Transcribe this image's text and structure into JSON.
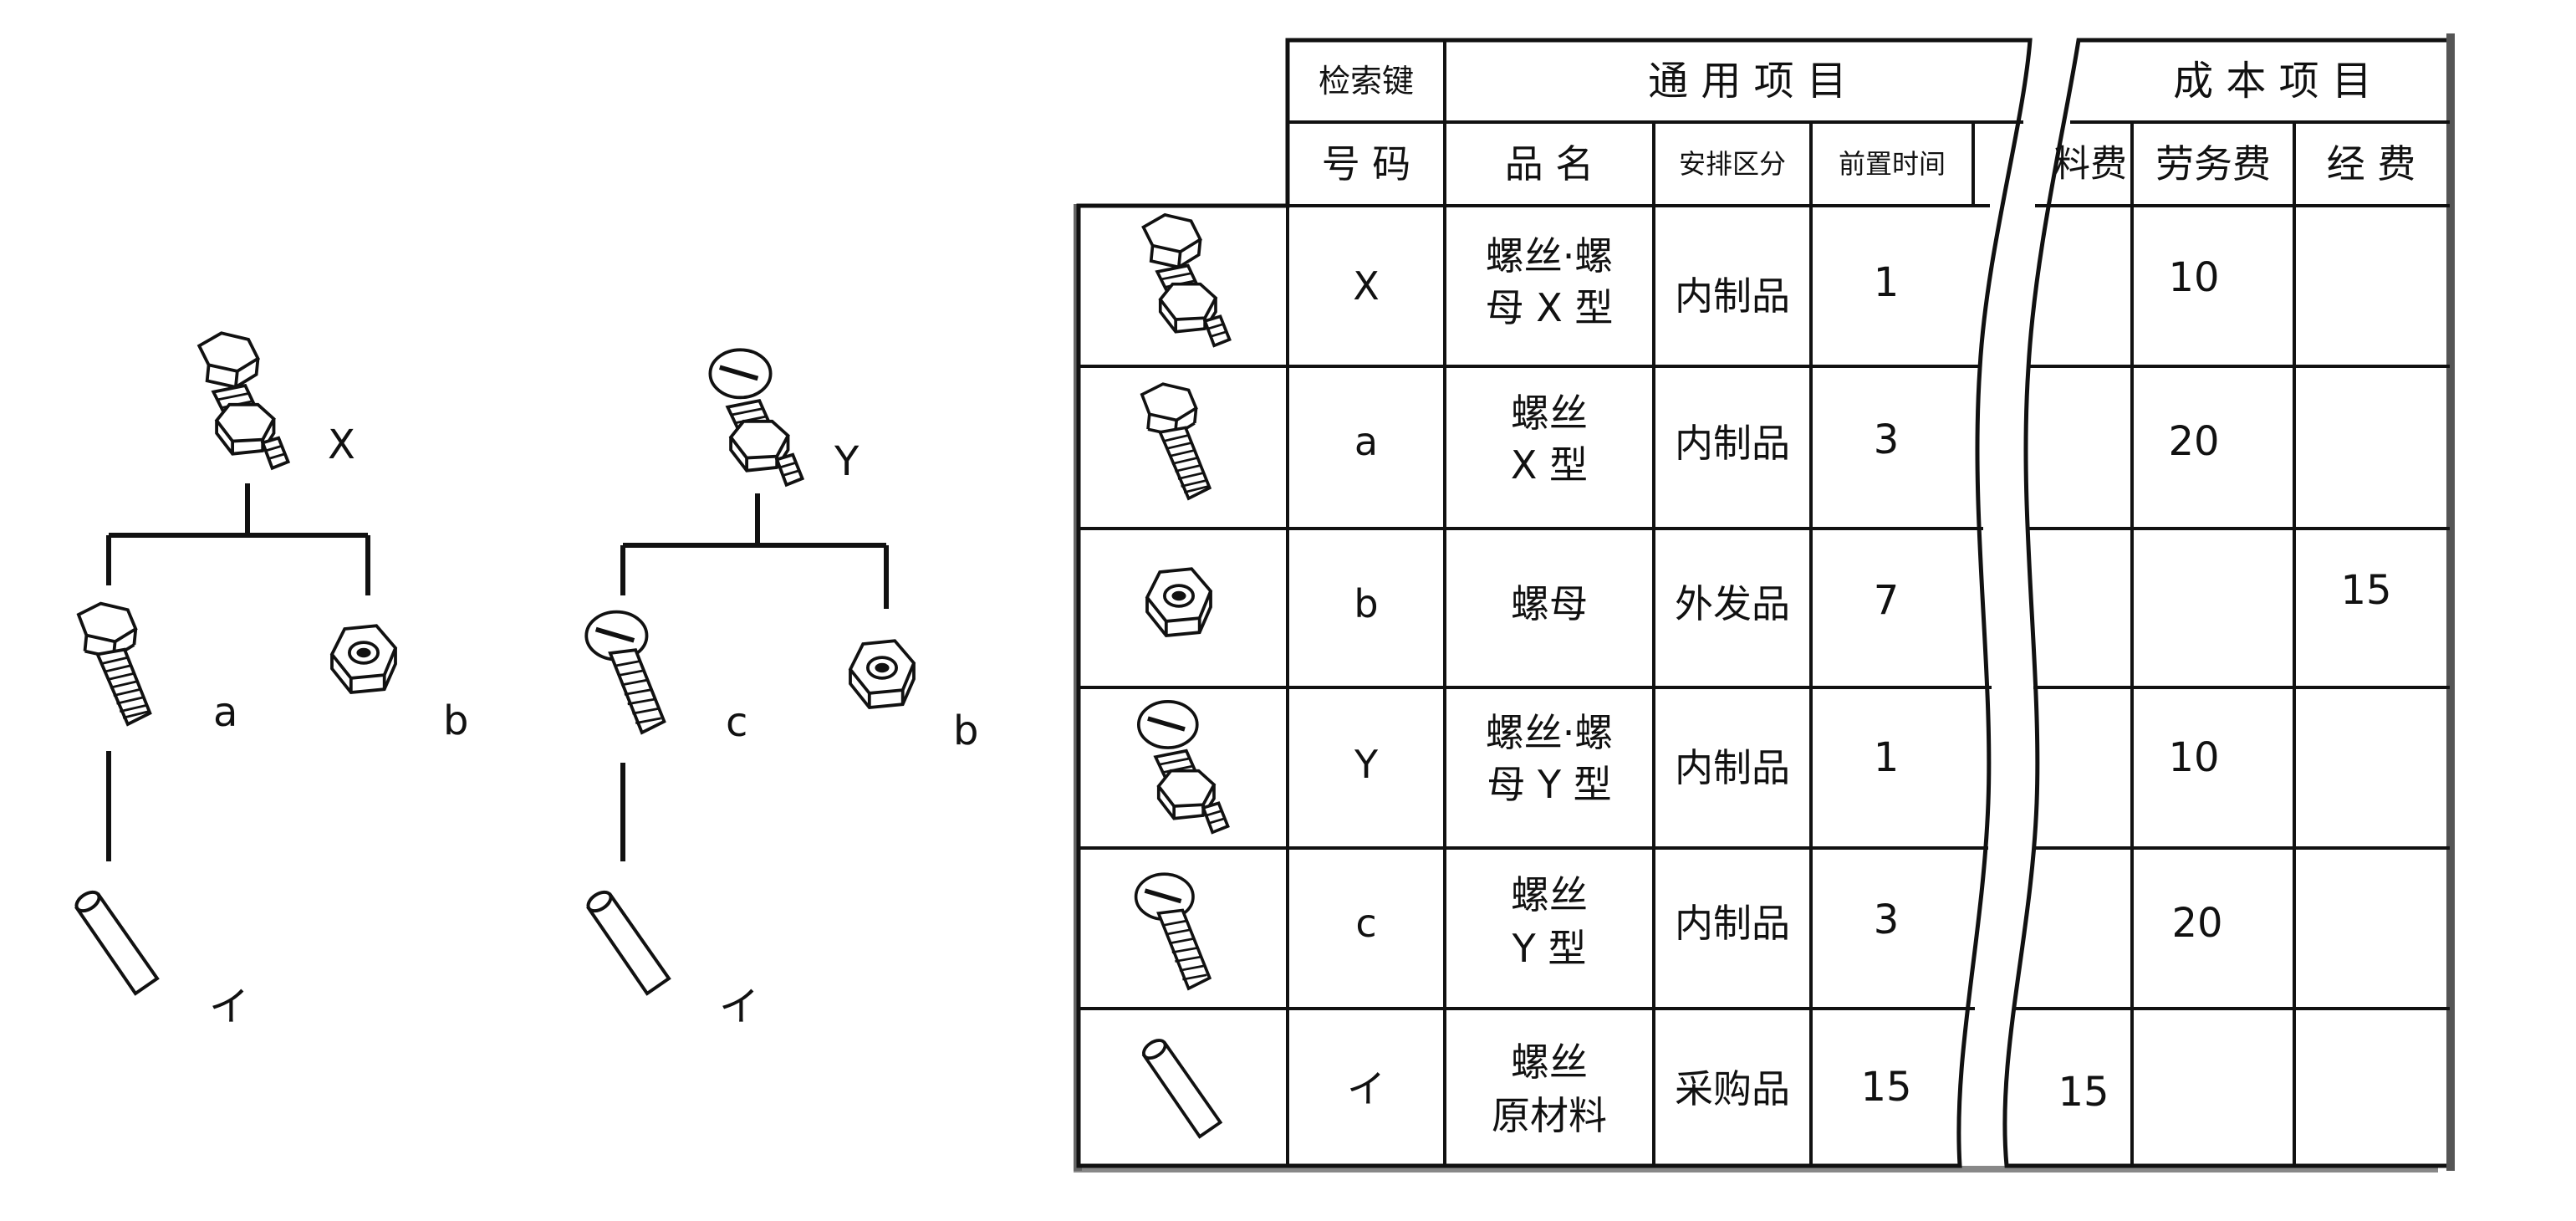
{
  "tree_x": {
    "root": "X",
    "children": [
      "a",
      "b"
    ],
    "material": "イ"
  },
  "tree_y": {
    "root": "Y",
    "children": [
      "c",
      "b"
    ],
    "material": "イ"
  },
  "table": {
    "group_headers": {
      "search_key": "检索键",
      "common": "通 用 项 目",
      "cost": "成 本 项 目"
    },
    "columns": {
      "code": "号 码",
      "name": "品 名",
      "arrangement": "安排区分",
      "lead_time": "前置时间",
      "material_fee_partial": "料费",
      "labor_fee": "劳务费",
      "expense": "经 费"
    },
    "rows": [
      {
        "code": "X",
        "name1": "螺丝·螺",
        "name2": "母 X 型",
        "arrangement": "内制品",
        "lead_time": "1",
        "material_fee": "",
        "labor_fee": "10",
        "expense": "",
        "icon": "bolt-nut-hex-icon"
      },
      {
        "code": "a",
        "name1": "螺丝",
        "name2": "X 型",
        "arrangement": "内制品",
        "lead_time": "3",
        "material_fee": "",
        "labor_fee": "20",
        "expense": "",
        "icon": "hex-bolt-icon"
      },
      {
        "code": "b",
        "name1": "螺母",
        "name2": "",
        "arrangement": "外发品",
        "lead_time": "7",
        "material_fee": "",
        "labor_fee": "",
        "expense": "15",
        "icon": "hex-nut-icon"
      },
      {
        "code": "Y",
        "name1": "螺丝·螺",
        "name2": "母 Y 型",
        "arrangement": "内制品",
        "lead_time": "1",
        "material_fee": "",
        "labor_fee": "10",
        "expense": "",
        "icon": "bolt-nut-round-icon"
      },
      {
        "code": "c",
        "name1": "螺丝",
        "name2": "Y 型",
        "arrangement": "内制品",
        "lead_time": "3",
        "material_fee": "",
        "labor_fee": "20",
        "expense": "",
        "icon": "round-screw-icon"
      },
      {
        "code": "イ",
        "name1": "螺丝",
        "name2": "原材料",
        "arrangement": "采购品",
        "lead_time": "15",
        "material_fee": "15",
        "labor_fee": "",
        "expense": "",
        "icon": "rod-material-icon"
      }
    ]
  }
}
